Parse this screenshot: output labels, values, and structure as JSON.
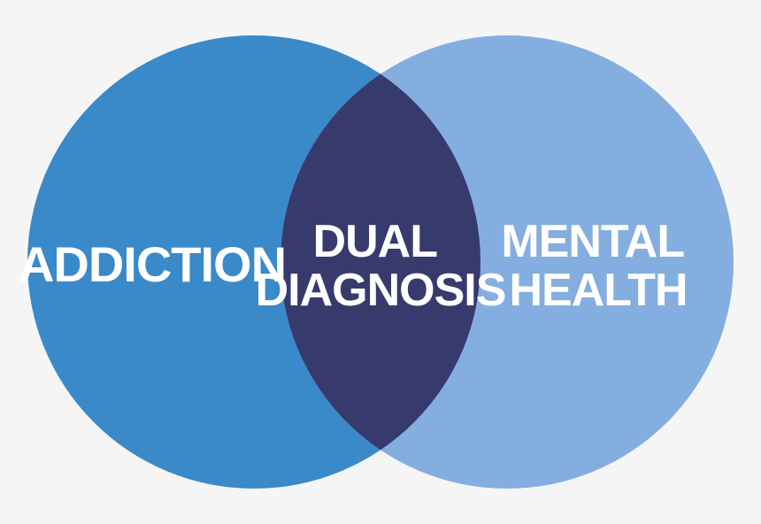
{
  "diagram": {
    "sets": [
      {
        "id": "left",
        "label_lines": [
          "ADDICTION"
        ],
        "color": "#3a89c9"
      },
      {
        "id": "right",
        "label_lines": [
          "MENTAL",
          "HEALTH"
        ],
        "color": "#85aee0"
      }
    ],
    "intersection": {
      "label_lines": [
        "DUAL",
        "DIAGNOSIS"
      ],
      "color": "#363a6d"
    },
    "background_color": "#f5f5f5",
    "label_color": "#ffffff"
  }
}
